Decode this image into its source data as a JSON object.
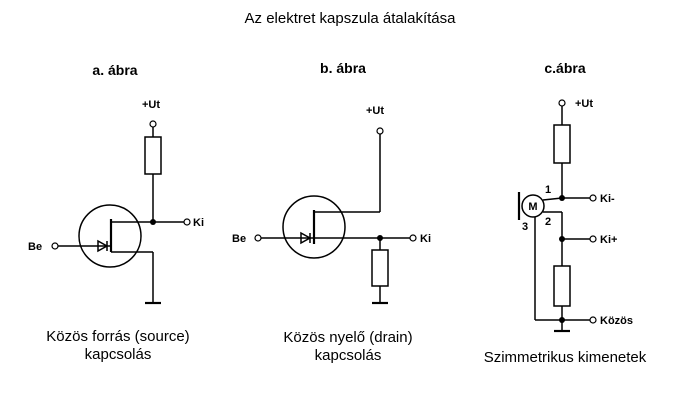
{
  "title": "Az elektret kapszula átalakítása",
  "fig_a": {
    "heading": "a. ábra",
    "supply": "+Ut",
    "input": "Be",
    "output": "Ki",
    "caption_line1": "Közös forrás (source)",
    "caption_line2": "kapcsolás"
  },
  "fig_b": {
    "heading": "b. ábra",
    "supply": "+Ut",
    "input": "Be",
    "output": "Ki",
    "caption_line1": "Közös nyelő (drain)",
    "caption_line2": "kapcsolás"
  },
  "fig_c": {
    "heading": "c.ábra",
    "supply": "+Ut",
    "mic": "M",
    "pin1": "1",
    "pin2": "2",
    "pin3": "3",
    "out_neg": "Ki-",
    "out_pos": "Ki+",
    "common": "Közös",
    "caption": "Szimmetrikus kimenetek"
  }
}
